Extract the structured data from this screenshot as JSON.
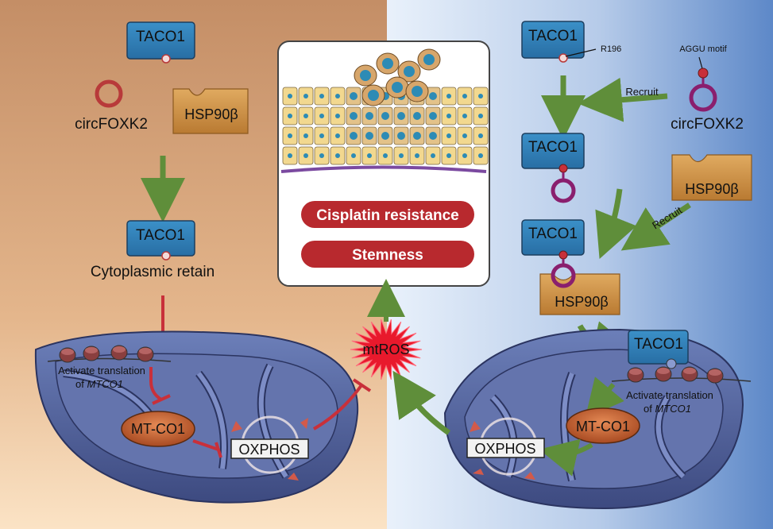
{
  "left": {
    "taco1_top": "TACO1",
    "circ": "circFOXK2",
    "hsp": "HSP90β",
    "taco1_mid": "TACO1",
    "cyto": "Cytoplasmic retain",
    "activate_line1": "Activate translation",
    "activate_line2_prefix": "of ",
    "activate_line2_italic": "MTCO1",
    "mtco1": "MT-CO1",
    "oxphos": "OXPHOS"
  },
  "center": {
    "resistance": "Cisplatin resistance",
    "stemness": "Stemness",
    "mtros": "mtROS"
  },
  "right": {
    "taco1_top": "TACO1",
    "r196": "R196",
    "aggu": "AGGU motif",
    "recruit1": "Recruit",
    "circ": "circFOXK2",
    "taco1_mid": "TACO1",
    "hsp": "HSP90β",
    "recruit2": "Recruit",
    "taco1_complex": "TACO1",
    "hsp_complex": "HSP90β",
    "taco1_mito": "TACO1",
    "activate_line1": "Activate translation",
    "activate_line2_prefix": "of ",
    "activate_line2_italic": "MTCO1",
    "mtco1": "MT-CO1",
    "oxphos": "OXPHOS"
  },
  "colors": {
    "left_bg_top": "#c9926a",
    "left_bg_bottom": "#fbe2c4",
    "right_bg": "#5b86c7",
    "taco1_blue": "#2f7fb8",
    "circ_red": "#b83a3a",
    "circ_purple": "#8a1f6e",
    "hsp_tan": "#c98a3e",
    "banner_red": "#b8292e",
    "mito_blue": "#51619c",
    "arrow_green": "#5f8e3a"
  }
}
